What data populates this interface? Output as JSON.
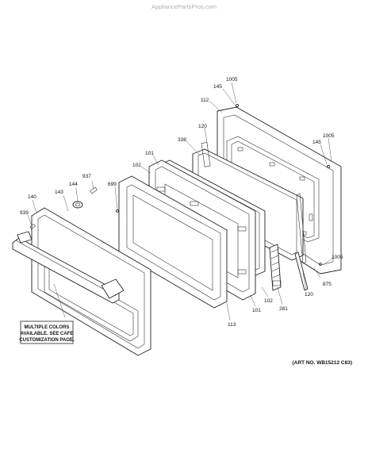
{
  "watermark": "AppliancePartsPros.com",
  "callouts": {
    "p1005a": "1005",
    "p145a": "145",
    "p112": "112",
    "p120a": "120",
    "p338": "338",
    "p1005b": "1005",
    "p145b": "145",
    "p101a": "101",
    "p102a": "102",
    "p937": "937",
    "p699": "699",
    "p144": "144",
    "p143": "143",
    "p140": "140",
    "p939": "939",
    "p1005c": "1005",
    "p875": "875",
    "p120b": "120",
    "p102b": "102",
    "p101b": "101",
    "p281": "281",
    "p113": "113"
  },
  "note": {
    "line1": "MULTIPLE COLORS",
    "line2": "AVAILABLE. SEE CAFE",
    "line3": "CUSTOMIZATION PAGE."
  },
  "art_number": "(ART NO. WB15212 C83)"
}
